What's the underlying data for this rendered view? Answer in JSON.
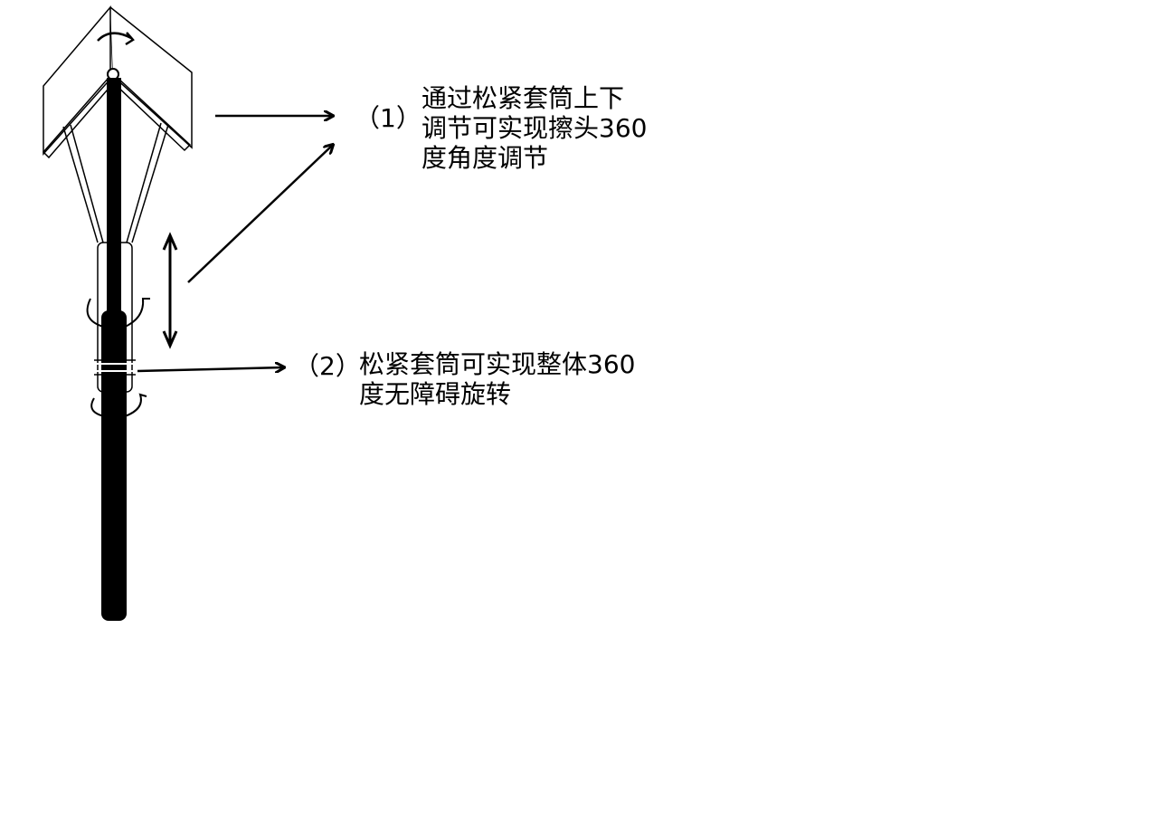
{
  "annotations": [
    {
      "marker": "（1）",
      "lines": [
        "通过松紧套筒上下",
        "调节可实现擦头360",
        "度角度调节"
      ]
    },
    {
      "marker": "（2）",
      "lines": [
        "松紧套筒可实现整体360",
        "度无障碍旋转"
      ]
    }
  ],
  "colors": {
    "ink": "#000000",
    "background": "#ffffff"
  }
}
